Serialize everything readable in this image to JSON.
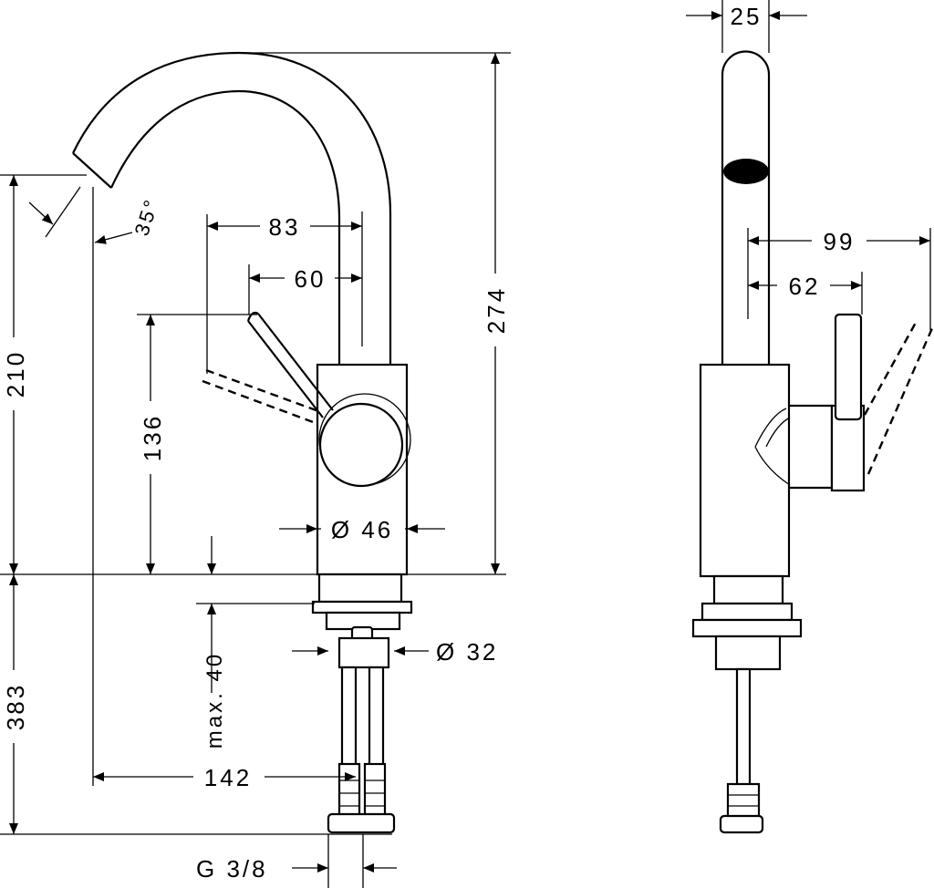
{
  "title": "Basin mixer dimension drawing",
  "dimensions": {
    "spout_width": "25",
    "side_handle_reach": "99",
    "side_handle_offset": "62",
    "handle_reach": "83",
    "handle_offset": "60",
    "total_height": "274",
    "spout_outlet_height": "210",
    "handle_height": "136",
    "body_diameter": "Ø 46",
    "shank_diameter": "Ø 32",
    "max_deck_thickness": "max. 40",
    "hose_length": "383",
    "spout_projection": "142",
    "connection_thread": "G 3/8",
    "spray_angle": "35°"
  },
  "colors": {
    "line": "#000000",
    "background": "#ffffff"
  }
}
